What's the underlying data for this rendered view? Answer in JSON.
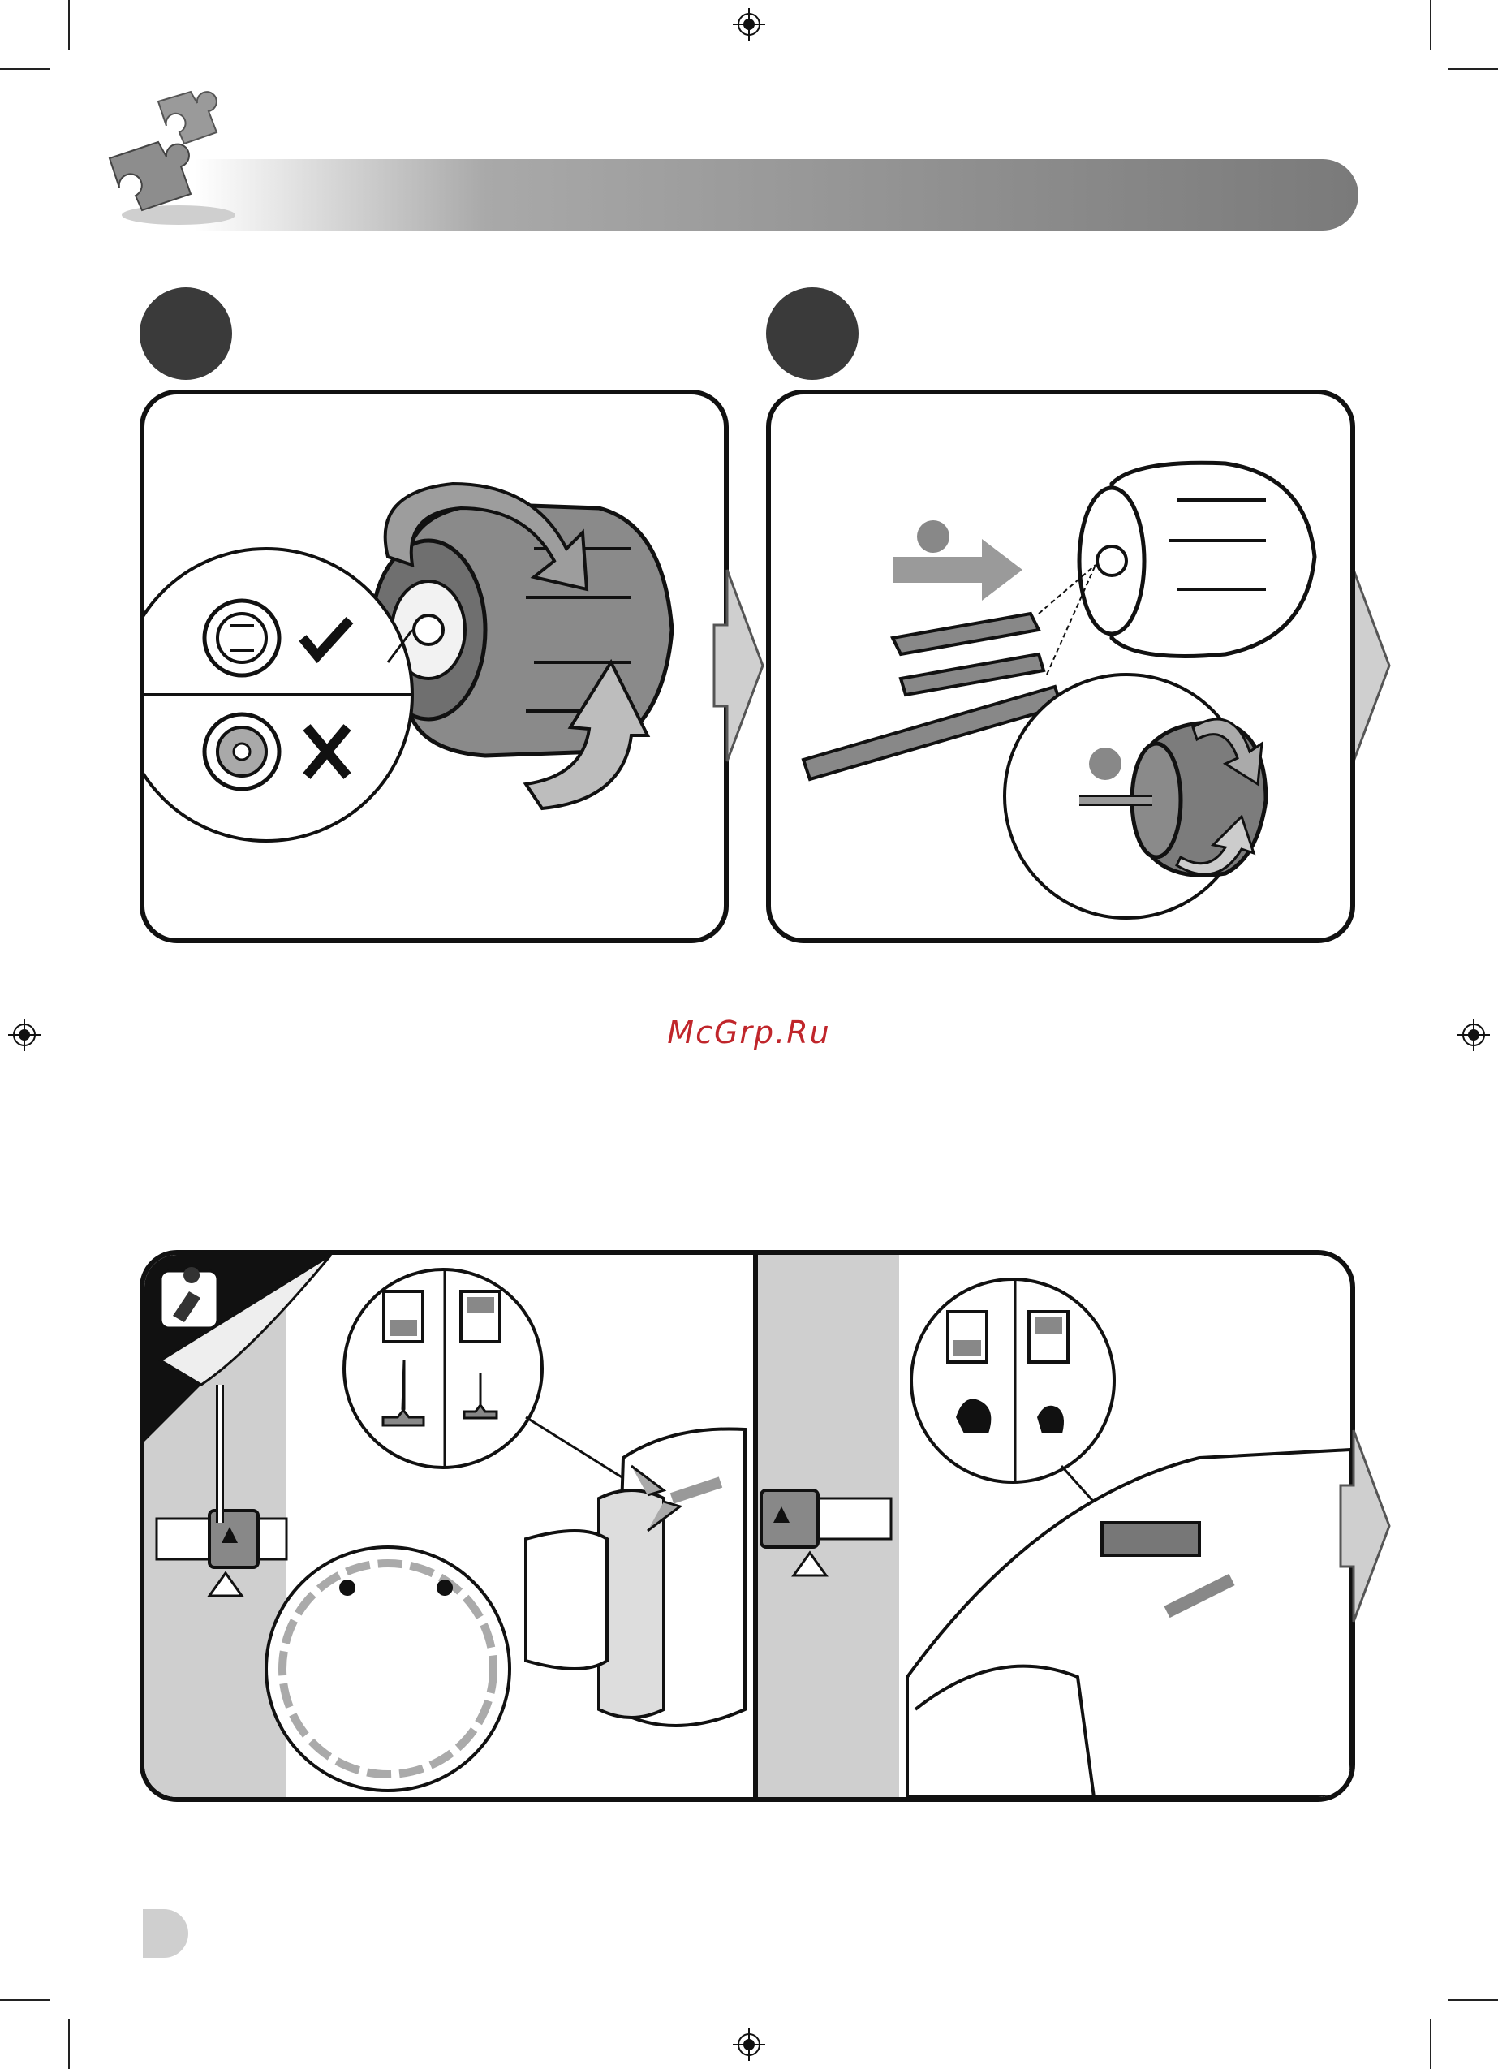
{
  "watermark": {
    "text": "McGrp.Ru"
  },
  "header": {
    "icon": "puzzle-pieces-icon",
    "bar_colors": [
      "#ffffff",
      "#7a7a7a"
    ]
  },
  "steps": [
    {
      "name": "step-1",
      "icons": [
        "chuck-rotate-icon",
        "check-icon",
        "cross-icon"
      ]
    },
    {
      "name": "step-2",
      "icons": [
        "bit-insert-icon",
        "chuck-tighten-icon"
      ]
    }
  ],
  "bottom": {
    "icons": [
      "torque-selector-icon",
      "speed-selector-icon",
      "screw-large-icon",
      "screw-small-icon",
      "strong-arm-icon",
      "light-arm-icon"
    ]
  },
  "colors": {
    "panel_border": "#111111",
    "step_dot": "#3a3a3a",
    "watermark": "#c0262b",
    "arrow_fill": "#cfcfcf",
    "gray_strip": "#cfcfcf"
  }
}
